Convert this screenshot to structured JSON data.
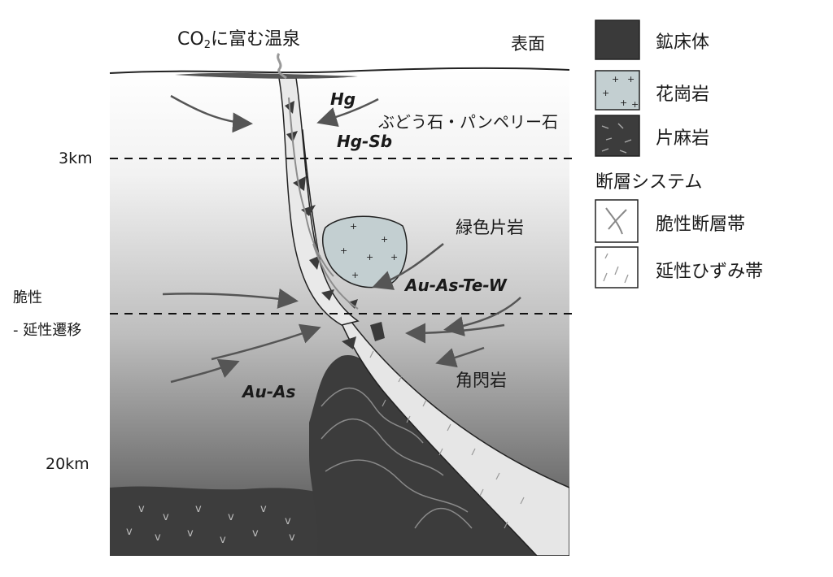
{
  "surface": {
    "spring_label_prefix": "CO",
    "spring_label_sub": "2",
    "spring_label_suffix": "に富む温泉",
    "surface_label": "表面"
  },
  "depths": {
    "d1": "3km",
    "transition": [
      "脆性",
      "- 延性遷移"
    ],
    "d2": "20km"
  },
  "facies": {
    "zeolite": "ぶどう石・パンペリー石",
    "greenschist": "緑色片岩",
    "amphibolite": "角閃岩"
  },
  "metals": {
    "hg": "Hg",
    "hgsb": "Hg-Sb",
    "auaste": "Au-As-Te-W",
    "auas": "Au-As"
  },
  "legend": {
    "orebody": "鉱床体",
    "granite": "花崗岩",
    "gneiss": "片麻岩",
    "fault_system": "断層システム",
    "brittle": "脆性断層帯",
    "ductile": "延性ひずみ帯"
  },
  "colors": {
    "orebody": "#3a3a3a",
    "granite": "#c3cfd1",
    "gneiss": "#3c3c3c",
    "arrow": "#555555"
  }
}
